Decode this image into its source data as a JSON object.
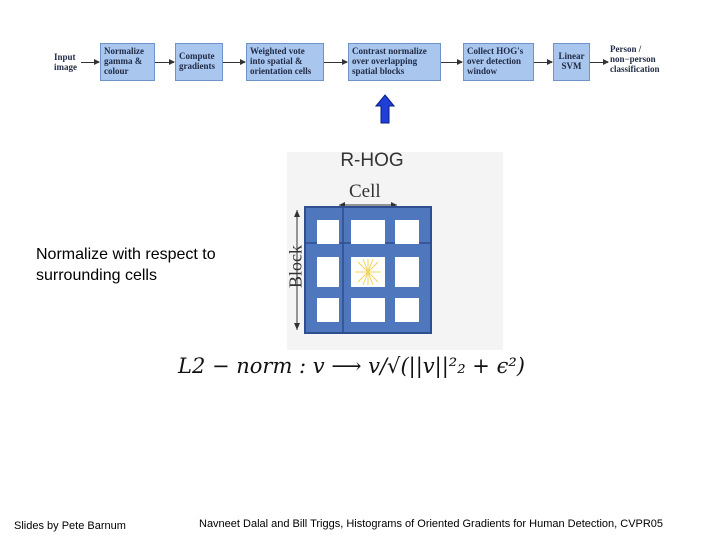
{
  "pipeline": {
    "input_label": "Input\nimage",
    "steps": [
      "Normalize\ngamma &\ncolour",
      "Compute\ngradients",
      "Weighted vote\ninto spatial &\norientation cells",
      "Contrast normalize\nover overlapping\nspatial blocks",
      "Collect HOG's\nover detection\nwindow",
      "Linear\nSVM"
    ],
    "output_label": "Person /\nnon−person\nclassification"
  },
  "figure": {
    "title": "R-HOG",
    "cell_label": "Cell",
    "block_label": "Block"
  },
  "note": "Normalize with respect to\nsurrounding cells",
  "formula": "L2 − norm : v ⟶ v/√(||v||²₂ + ϵ²)",
  "credits": {
    "left": "Slides by Pete Barnum",
    "right": "Navneet Dalal and Bill Triggs, Histograms of Oriented Gradients for Human Detection, CVPR05"
  },
  "colors": {
    "step_fill": "#a9c6ee",
    "grid_blue": "#4f77bd",
    "grid_stroke": "#2f4f8f",
    "arrow_blue": "#1f3fd8",
    "star": "#f2d35c"
  }
}
